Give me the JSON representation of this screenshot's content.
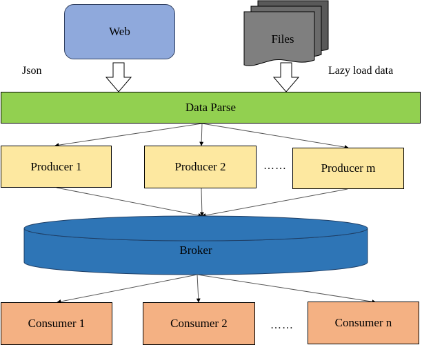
{
  "sources": {
    "web": "Web",
    "files": "Files",
    "json_label": "Json",
    "lazy_label": "Lazy load data"
  },
  "data_parse": "Data Parse",
  "producers": [
    "Producer 1",
    "Producer 2",
    "Producer m"
  ],
  "producer_ellipsis": "……",
  "broker": "Broker",
  "consumers": [
    "Consumer 1",
    "Consumer 2",
    "Consumer n"
  ],
  "consumer_ellipsis": "……",
  "colors": {
    "web_fill": "#8fa9dc",
    "files_fill": "#7f7f7f",
    "parse_fill": "#92d050",
    "producer_fill": "#fde8a0",
    "broker_fill": "#2e75b6",
    "consumer_fill": "#f4b183"
  }
}
